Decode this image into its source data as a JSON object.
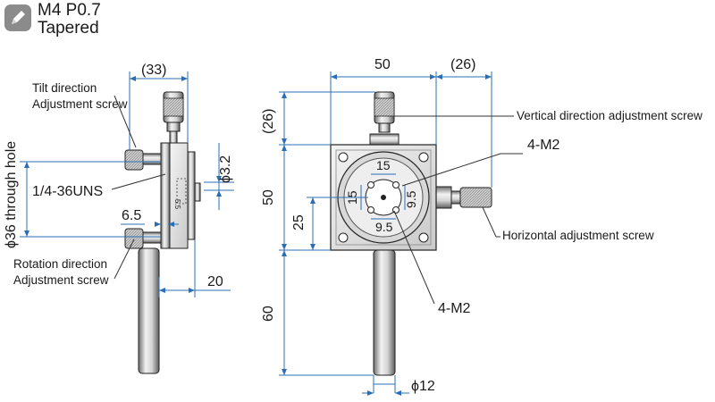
{
  "header": {
    "icon": "pencil-icon",
    "spec_line1": "M4 P0.7",
    "spec_line2": "Tapered"
  },
  "side_view": {
    "dim_overall_width": "(33)",
    "callout_tilt_line1": "Tilt direction",
    "callout_tilt_line2": "Adjustment screw",
    "callout_thread": "1/4-36UNS",
    "dim_through_hole": "ϕ36 through hole",
    "dim_offset": "6.5",
    "dim_pin_diameter": "ϕ3.2",
    "callout_rotation_line1": "Rotation direction",
    "callout_rotation_line2": "Adjustment screw",
    "dim_post_offset": "20",
    "hole_mark": "5.5"
  },
  "front_view": {
    "dim_width": "50",
    "dim_knob_width": "(26)",
    "dim_knob_height": "(26)",
    "dim_height": "50",
    "dim_center_height": "25",
    "dim_post_length": "60",
    "dim_post_diameter": "ϕ12",
    "dim_bolt_spacing_h": "15",
    "dim_bolt_spacing_v": "15",
    "dim_hole_h": "9.5",
    "dim_hole_v": "9.5",
    "callout_tap_upper": "4-M2",
    "callout_tap_lower": "4-M2",
    "callout_vertical": "Vertical direction adjustment screw",
    "callout_horizontal": "Horizontal adjustment screw"
  },
  "colors": {
    "line": "#1a1a1a",
    "dim_line": "#2a6fb5",
    "metal_light": "#e6e6e6",
    "metal_mid": "#b9b9b9",
    "metal_dark": "#5a5a5a",
    "badge": "#8b8b8b"
  }
}
